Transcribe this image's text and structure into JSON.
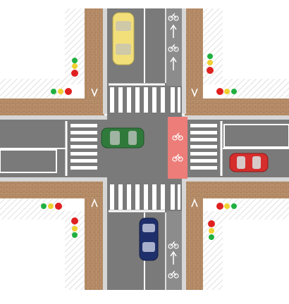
{
  "scene": {
    "type": "intersection-illustration",
    "colors": {
      "asphalt": "#7a7a7a",
      "asphalt_dark": "#6a6a6a",
      "curb_light": "#d6d6d6",
      "sidewalk_brick": "#b9906a",
      "brick_line": "#9f7555",
      "ground_hatch": "#c9c9c9",
      "marking": "#ffffff",
      "bike_lane_red": "#ec7d78",
      "car_yellow": "#f2df7a",
      "car_green": "#2f7a3b",
      "car_red": "#d62d2d",
      "car_navy": "#1f2f6b",
      "signal_red": "#e02020",
      "signal_yellow": "#f0d030",
      "signal_green": "#20b040"
    },
    "vehicles": [
      {
        "name": "car-yellow",
        "color": "yellow",
        "heading": "south"
      },
      {
        "name": "car-green",
        "color": "green",
        "heading": "east"
      },
      {
        "name": "car-red",
        "color": "red",
        "heading": "west"
      },
      {
        "name": "car-navy",
        "color": "navy",
        "heading": "north"
      }
    ],
    "traffic_lights": [
      {
        "corner": "north-west",
        "state": "red"
      },
      {
        "corner": "north-east",
        "state": "red"
      },
      {
        "corner": "south-west",
        "state": "red"
      },
      {
        "corner": "south-east",
        "state": "red"
      }
    ],
    "symbols": [
      "bicycle-icon",
      "arrow-icon",
      "pedestrian-icon"
    ]
  }
}
